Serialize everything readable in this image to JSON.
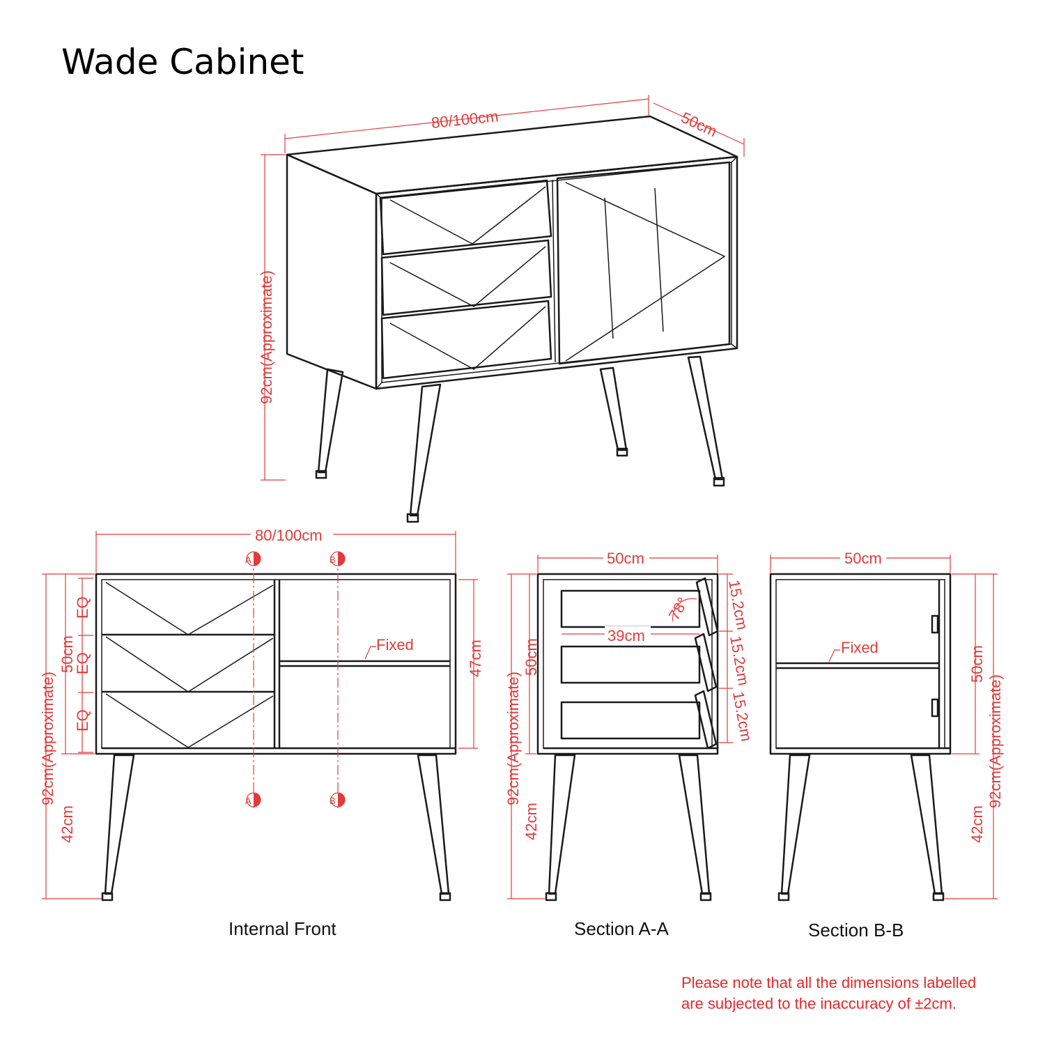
{
  "title": "Wade Cabinet",
  "accent_color": "#e23b3b",
  "perspective": {
    "width_label": "80/100cm",
    "depth_label": "50cm",
    "height_label": "92cm(Approximate)"
  },
  "internal_front": {
    "caption": "Internal Front",
    "width_label": "80/100cm",
    "total_height_label": "92cm(Approximate)",
    "body_height_label": "50cm",
    "leg_height_label": "42cm",
    "drawer_labels": [
      "EQ",
      "EQ",
      "EQ"
    ],
    "shelf_height_label": "47cm",
    "shelf_label": "Fixed",
    "section_markers": [
      "A",
      "B"
    ]
  },
  "section_a": {
    "caption": "Section A-A",
    "width_label": "50cm",
    "body_height_label": "50cm",
    "total_height_label": "92cm(Approximate)",
    "leg_height_label": "42cm",
    "drawer_spacings": [
      "15.2cm",
      "15.2cm",
      "15.2cm"
    ],
    "drawer_depth_label": "39cm",
    "angle_label": "78°"
  },
  "section_b": {
    "caption": "Section B-B",
    "width_label": "50cm",
    "shelf_label": "Fixed",
    "body_height_label": "50cm",
    "total_height_label": "92cm(Approximate)",
    "leg_height_label": "42cm"
  },
  "note": {
    "line1": "Please note that all the dimensions labelled",
    "line2": "are subjected to the inaccuracy of ±2cm."
  }
}
